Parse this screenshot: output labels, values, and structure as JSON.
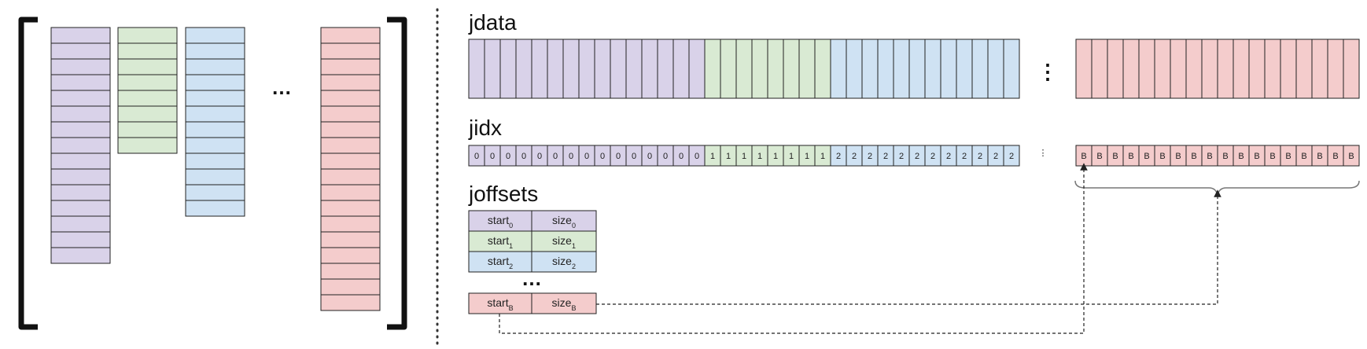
{
  "colors": {
    "purple": "#d9d2e9",
    "green": "#d9ead3",
    "blue": "#cfe2f3",
    "red": "#f4cccc",
    "stroke": "#222222"
  },
  "left_matrix": {
    "columns": [
      {
        "color": "purple",
        "rows": 15
      },
      {
        "color": "green",
        "rows": 8
      },
      {
        "color": "blue",
        "rows": 12
      },
      {
        "color": "red",
        "rows": 18
      }
    ],
    "ellipsis": "…"
  },
  "jdata": {
    "title": "jdata",
    "groups": [
      {
        "color": "purple",
        "count": 15
      },
      {
        "color": "green",
        "count": 8
      },
      {
        "color": "blue",
        "count": 12
      }
    ],
    "last_group": {
      "color": "red",
      "count": 18
    },
    "ellipsis": "⋮"
  },
  "jidx": {
    "title": "jidx",
    "groups": [
      {
        "color": "purple",
        "count": 15,
        "label": "0"
      },
      {
        "color": "green",
        "count": 8,
        "label": "1"
      },
      {
        "color": "blue",
        "count": 12,
        "label": "2"
      }
    ],
    "last_group": {
      "color": "red",
      "count": 18,
      "label": "B"
    },
    "ellipsis": "⋮"
  },
  "joffsets": {
    "title": "joffsets",
    "rows": [
      {
        "color": "purple",
        "start": "start",
        "size": "size",
        "sub": "0"
      },
      {
        "color": "green",
        "start": "start",
        "size": "size",
        "sub": "1"
      },
      {
        "color": "blue",
        "start": "start",
        "size": "size",
        "sub": "2"
      }
    ],
    "ellipsis": "…",
    "last_row": {
      "color": "red",
      "start": "start",
      "size": "size",
      "sub": "B"
    }
  }
}
